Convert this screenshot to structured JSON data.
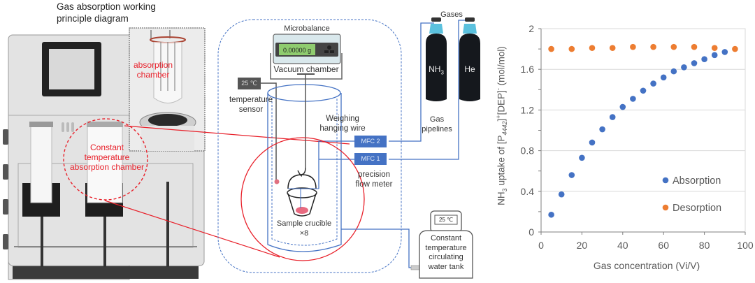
{
  "figure": {
    "title_line1": "Gas absorption working",
    "title_line2": "principle diagram",
    "photo_label_line1": "absorption",
    "photo_label_line2": "chamber",
    "machine_label_line1": "Constant",
    "machine_label_line2": "temperature",
    "machine_label_line3": "absorption chamber"
  },
  "schematic": {
    "microbalance_label": "Microbalance",
    "balance_readout": "0.00000 g",
    "vacuum_chamber_label": "Vacuum chamber",
    "temp_sensor_readout": "25 ℃",
    "temp_sensor_label_line1": "temperature",
    "temp_sensor_label_line2": "sensor",
    "wire_label_line1": "Weighing",
    "wire_label_line2": "hanging wire",
    "mfc2_label": "MFC 2",
    "mfc1_label": "MFC 1",
    "flow_meter_label_line1": "precision",
    "flow_meter_label_line2": "flow meter",
    "crucible_label_line1": "Sample crucible",
    "crucible_label_line2": "×8",
    "gases_label": "Gases",
    "cylinder1_label": "NH",
    "cylinder1_sub": "3",
    "cylinder2_label": "He",
    "pipelines_label_line1": "Gas",
    "pipelines_label_line2": "pipelines",
    "tank_readout": "25 ℃",
    "tank_label_line1": "Constant",
    "tank_label_line2": "temperature",
    "tank_label_line3": "circulating",
    "tank_label_line4": "water tank"
  },
  "colors": {
    "absorption": "#4472c4",
    "desorption": "#ed7d31",
    "annotation_red": "#e8202a",
    "pipe_blue": "#4472c4"
  },
  "chart_data": {
    "type": "scatter",
    "title": "",
    "xlabel": "Gas concentration (Vi/V)",
    "ylabel_parts": [
      "NH",
      "3",
      " uptake of [P",
      "4442",
      "]",
      "+",
      "[DEP]",
      "-",
      " (mol/mol)"
    ],
    "xlim": [
      0,
      100
    ],
    "ylim": [
      0,
      2
    ],
    "xticks": [
      "0",
      "20",
      "40",
      "60",
      "80",
      "100"
    ],
    "yticks": [
      "0",
      "0.4",
      "0.8",
      "1.2",
      "1.6",
      "2"
    ],
    "grid": "horizontal",
    "legend_position": "bottom-right",
    "series": [
      {
        "name": "Absorption",
        "color": "#4472c4",
        "x": [
          5,
          10,
          15,
          20,
          25,
          30,
          35,
          40,
          45,
          50,
          55,
          60,
          65,
          70,
          75,
          80,
          85,
          90
        ],
        "y": [
          0.17,
          0.37,
          0.56,
          0.73,
          0.88,
          1.01,
          1.13,
          1.23,
          1.31,
          1.39,
          1.46,
          1.52,
          1.58,
          1.62,
          1.66,
          1.7,
          1.74,
          1.77
        ]
      },
      {
        "name": "Desorption",
        "color": "#ed7d31",
        "x": [
          5,
          15,
          25,
          35,
          45,
          55,
          65,
          75,
          85,
          95
        ],
        "y": [
          1.8,
          1.8,
          1.81,
          1.81,
          1.82,
          1.82,
          1.82,
          1.82,
          1.81,
          1.8
        ]
      }
    ]
  }
}
